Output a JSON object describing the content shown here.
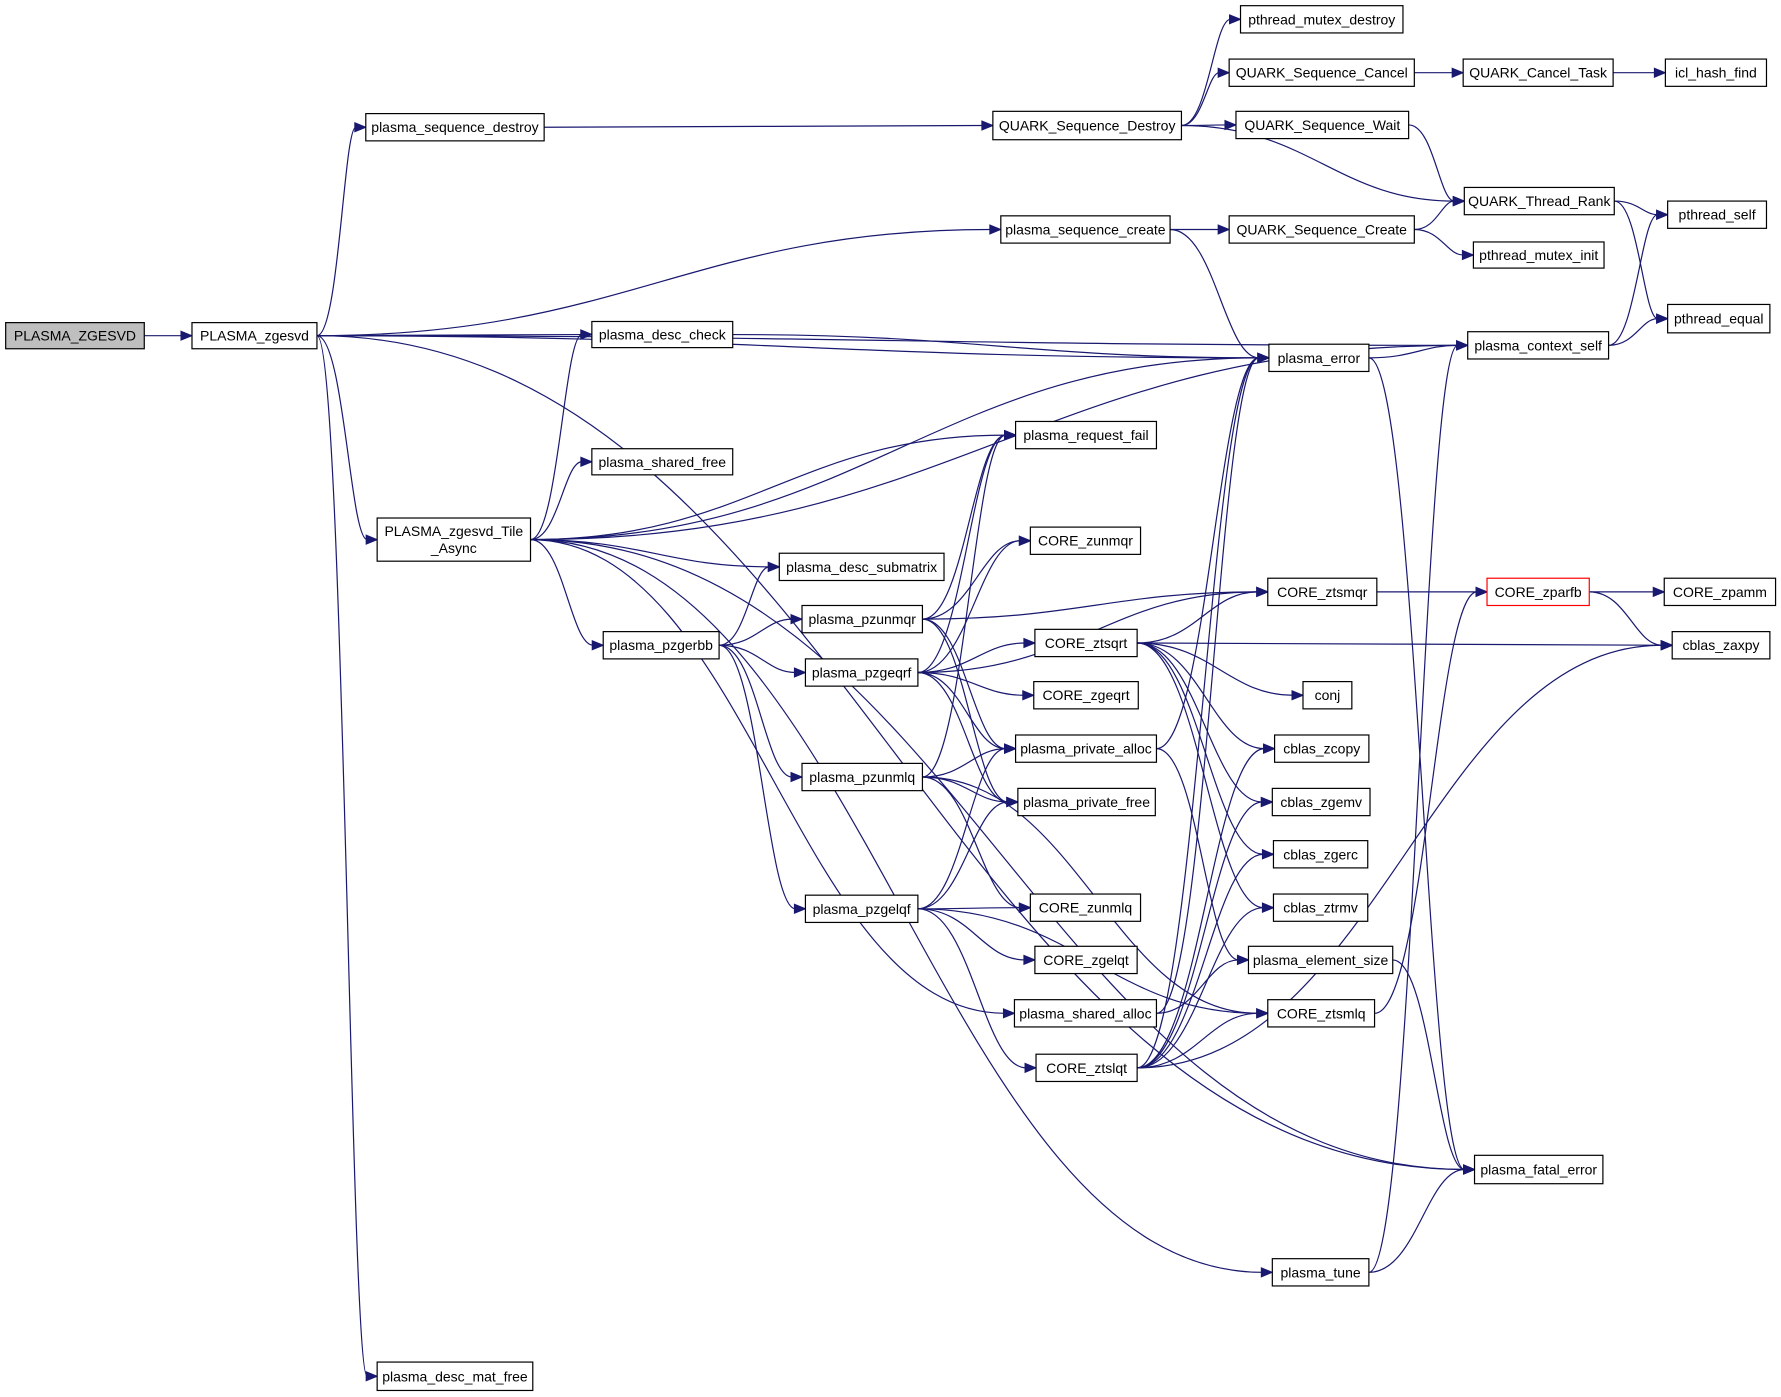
{
  "title": "PLASMA_ZGESVD call graph",
  "colors": {
    "edge": "#191970",
    "root_fill": "#bfbfbf",
    "highlight_border": "#ff0000"
  },
  "nodes": [
    {
      "id": "PLASMA_ZGESVD",
      "label": "PLASMA_ZGESVD",
      "style": "root"
    },
    {
      "id": "PLASMA_zgesvd",
      "label": "PLASMA_zgesvd"
    },
    {
      "id": "plasma_sequence_destroy",
      "label": "plasma_sequence_destroy"
    },
    {
      "id": "plasma_desc_check",
      "label": "plasma_desc_check"
    },
    {
      "id": "PLASMA_zgesvd_Tile_Async",
      "label": "PLASMA_zgesvd_Tile\n_Async"
    },
    {
      "id": "plasma_desc_mat_free",
      "label": "plasma_desc_mat_free"
    },
    {
      "id": "plasma_shared_free",
      "label": "plasma_shared_free"
    },
    {
      "id": "plasma_desc_submatrix",
      "label": "plasma_desc_submatrix"
    },
    {
      "id": "plasma_pzgerbb",
      "label": "plasma_pzgerbb"
    },
    {
      "id": "plasma_pzunmqr",
      "label": "plasma_pzunmqr"
    },
    {
      "id": "plasma_pzgeqrf",
      "label": "plasma_pzgeqrf"
    },
    {
      "id": "plasma_pzunmlq",
      "label": "plasma_pzunmlq"
    },
    {
      "id": "plasma_pzgelqf",
      "label": "plasma_pzgelqf"
    },
    {
      "id": "QUARK_Sequence_Destroy",
      "label": "QUARK_Sequence_Destroy"
    },
    {
      "id": "plasma_sequence_create",
      "label": "plasma_sequence_create"
    },
    {
      "id": "plasma_request_fail",
      "label": "plasma_request_fail"
    },
    {
      "id": "CORE_zunmqr",
      "label": "CORE_zunmqr"
    },
    {
      "id": "CORE_ztsqrt",
      "label": "CORE_ztsqrt"
    },
    {
      "id": "CORE_zgeqrt",
      "label": "CORE_zgeqrt"
    },
    {
      "id": "plasma_private_alloc",
      "label": "plasma_private_alloc"
    },
    {
      "id": "plasma_private_free",
      "label": "plasma_private_free"
    },
    {
      "id": "CORE_zunmlq",
      "label": "CORE_zunmlq"
    },
    {
      "id": "CORE_zgelqt",
      "label": "CORE_zgelqt"
    },
    {
      "id": "plasma_shared_alloc",
      "label": "plasma_shared_alloc"
    },
    {
      "id": "CORE_ztslqt",
      "label": "CORE_ztslqt"
    },
    {
      "id": "plasma_error",
      "label": "plasma_error"
    },
    {
      "id": "pthread_mutex_destroy",
      "label": "pthread_mutex_destroy"
    },
    {
      "id": "QUARK_Sequence_Cancel",
      "label": "QUARK_Sequence_Cancel"
    },
    {
      "id": "QUARK_Sequence_Wait",
      "label": "QUARK_Sequence_Wait"
    },
    {
      "id": "QUARK_Sequence_Create",
      "label": "QUARK_Sequence_Create"
    },
    {
      "id": "pthread_mutex_init",
      "label": "pthread_mutex_init"
    },
    {
      "id": "CORE_ztsmqr",
      "label": "CORE_ztsmqr"
    },
    {
      "id": "conj",
      "label": "conj"
    },
    {
      "id": "cblas_zcopy",
      "label": "cblas_zcopy"
    },
    {
      "id": "cblas_zgemv",
      "label": "cblas_zgemv"
    },
    {
      "id": "cblas_zgerc",
      "label": "cblas_zgerc"
    },
    {
      "id": "cblas_ztrmv",
      "label": "cblas_ztrmv"
    },
    {
      "id": "plasma_element_size",
      "label": "plasma_element_size"
    },
    {
      "id": "CORE_ztsmlq",
      "label": "CORE_ztsmlq"
    },
    {
      "id": "plasma_tune",
      "label": "plasma_tune"
    },
    {
      "id": "QUARK_Cancel_Task",
      "label": "QUARK_Cancel_Task"
    },
    {
      "id": "QUARK_Thread_Rank",
      "label": "QUARK_Thread_Rank"
    },
    {
      "id": "plasma_context_self",
      "label": "plasma_context_self"
    },
    {
      "id": "CORE_zparfb",
      "label": "CORE_zparfb",
      "style": "highlight"
    },
    {
      "id": "plasma_fatal_error",
      "label": "plasma_fatal_error"
    },
    {
      "id": "icl_hash_find",
      "label": "icl_hash_find"
    },
    {
      "id": "pthread_self",
      "label": "pthread_self"
    },
    {
      "id": "pthread_equal",
      "label": "pthread_equal"
    },
    {
      "id": "CORE_zpamm",
      "label": "CORE_zpamm"
    },
    {
      "id": "cblas_zaxpy",
      "label": "cblas_zaxpy"
    }
  ],
  "edges": [
    [
      "PLASMA_ZGESVD",
      "PLASMA_zgesvd"
    ],
    [
      "PLASMA_zgesvd",
      "plasma_sequence_destroy"
    ],
    [
      "PLASMA_zgesvd",
      "plasma_context_self"
    ],
    [
      "PLASMA_zgesvd",
      "plasma_sequence_create"
    ],
    [
      "PLASMA_zgesvd",
      "plasma_error"
    ],
    [
      "PLASMA_zgesvd",
      "plasma_desc_check"
    ],
    [
      "PLASMA_zgesvd",
      "PLASMA_zgesvd_Tile_Async"
    ],
    [
      "PLASMA_zgesvd",
      "plasma_fatal_error"
    ],
    [
      "PLASMA_zgesvd",
      "plasma_desc_mat_free"
    ],
    [
      "plasma_sequence_destroy",
      "QUARK_Sequence_Destroy"
    ],
    [
      "plasma_desc_check",
      "plasma_error"
    ],
    [
      "PLASMA_zgesvd_Tile_Async",
      "plasma_desc_check"
    ],
    [
      "PLASMA_zgesvd_Tile_Async",
      "plasma_error"
    ],
    [
      "PLASMA_zgesvd_Tile_Async",
      "plasma_shared_free"
    ],
    [
      "PLASMA_zgesvd_Tile_Async",
      "plasma_request_fail"
    ],
    [
      "PLASMA_zgesvd_Tile_Async",
      "plasma_desc_submatrix"
    ],
    [
      "PLASMA_zgesvd_Tile_Async",
      "plasma_pzgerbb"
    ],
    [
      "PLASMA_zgesvd_Tile_Async",
      "plasma_shared_alloc"
    ],
    [
      "PLASMA_zgesvd_Tile_Async",
      "plasma_fatal_error"
    ],
    [
      "PLASMA_zgesvd_Tile_Async",
      "plasma_context_self"
    ],
    [
      "PLASMA_zgesvd_Tile_Async",
      "plasma_tune"
    ],
    [
      "plasma_pzgerbb",
      "plasma_desc_submatrix"
    ],
    [
      "plasma_pzgerbb",
      "plasma_pzunmqr"
    ],
    [
      "plasma_pzgerbb",
      "plasma_pzgeqrf"
    ],
    [
      "plasma_pzgerbb",
      "plasma_pzunmlq"
    ],
    [
      "plasma_pzgerbb",
      "plasma_pzgelqf"
    ],
    [
      "plasma_pzunmqr",
      "plasma_request_fail"
    ],
    [
      "plasma_pzunmqr",
      "CORE_zunmqr"
    ],
    [
      "plasma_pzunmqr",
      "plasma_private_alloc"
    ],
    [
      "plasma_pzunmqr",
      "plasma_private_free"
    ],
    [
      "plasma_pzunmqr",
      "CORE_ztsmqr"
    ],
    [
      "plasma_pzgeqrf",
      "plasma_request_fail"
    ],
    [
      "plasma_pzgeqrf",
      "CORE_zunmqr"
    ],
    [
      "plasma_pzgeqrf",
      "CORE_ztsmqr"
    ],
    [
      "plasma_pzgeqrf",
      "CORE_ztsqrt"
    ],
    [
      "plasma_pzgeqrf",
      "CORE_zgeqrt"
    ],
    [
      "plasma_pzgeqrf",
      "plasma_private_alloc"
    ],
    [
      "plasma_pzgeqrf",
      "plasma_private_free"
    ],
    [
      "plasma_pzunmlq",
      "plasma_request_fail"
    ],
    [
      "plasma_pzunmlq",
      "plasma_private_alloc"
    ],
    [
      "plasma_pzunmlq",
      "plasma_private_free"
    ],
    [
      "plasma_pzunmlq",
      "CORE_zunmlq"
    ],
    [
      "plasma_pzunmlq",
      "CORE_ztsmlq"
    ],
    [
      "plasma_pzgelqf",
      "plasma_private_alloc"
    ],
    [
      "plasma_pzgelqf",
      "plasma_private_free"
    ],
    [
      "plasma_pzgelqf",
      "CORE_zunmlq"
    ],
    [
      "plasma_pzgelqf",
      "CORE_zgelqt"
    ],
    [
      "plasma_pzgelqf",
      "CORE_ztslqt"
    ],
    [
      "plasma_pzgelqf",
      "CORE_ztsmlq"
    ],
    [
      "QUARK_Sequence_Destroy",
      "pthread_mutex_destroy"
    ],
    [
      "QUARK_Sequence_Destroy",
      "QUARK_Sequence_Cancel"
    ],
    [
      "QUARK_Sequence_Destroy",
      "QUARK_Sequence_Wait"
    ],
    [
      "QUARK_Sequence_Destroy",
      "QUARK_Thread_Rank"
    ],
    [
      "plasma_sequence_create",
      "QUARK_Sequence_Create"
    ],
    [
      "plasma_sequence_create",
      "plasma_error"
    ],
    [
      "QUARK_Sequence_Cancel",
      "QUARK_Cancel_Task"
    ],
    [
      "QUARK_Cancel_Task",
      "icl_hash_find"
    ],
    [
      "QUARK_Sequence_Wait",
      "QUARK_Thread_Rank"
    ],
    [
      "QUARK_Sequence_Create",
      "QUARK_Thread_Rank"
    ],
    [
      "QUARK_Sequence_Create",
      "pthread_mutex_init"
    ],
    [
      "QUARK_Thread_Rank",
      "pthread_self"
    ],
    [
      "QUARK_Thread_Rank",
      "pthread_equal"
    ],
    [
      "plasma_context_self",
      "pthread_self"
    ],
    [
      "plasma_context_self",
      "pthread_equal"
    ],
    [
      "plasma_error",
      "plasma_context_self"
    ],
    [
      "plasma_error",
      "plasma_fatal_error"
    ],
    [
      "plasma_private_alloc",
      "plasma_error"
    ],
    [
      "plasma_private_alloc",
      "plasma_element_size"
    ],
    [
      "plasma_shared_alloc",
      "plasma_error"
    ],
    [
      "plasma_shared_alloc",
      "plasma_element_size"
    ],
    [
      "CORE_ztsqrt",
      "CORE_ztsmqr"
    ],
    [
      "CORE_ztsqrt",
      "cblas_zaxpy"
    ],
    [
      "CORE_ztsqrt",
      "conj"
    ],
    [
      "CORE_ztsqrt",
      "cblas_zcopy"
    ],
    [
      "CORE_ztsqrt",
      "cblas_zgemv"
    ],
    [
      "CORE_ztsqrt",
      "cblas_zgerc"
    ],
    [
      "CORE_ztsqrt",
      "cblas_ztrmv"
    ],
    [
      "CORE_ztslqt",
      "CORE_ztsmlq"
    ],
    [
      "CORE_ztslqt",
      "cblas_zaxpy"
    ],
    [
      "CORE_ztslqt",
      "cblas_zcopy"
    ],
    [
      "CORE_ztslqt",
      "cblas_zgemv"
    ],
    [
      "CORE_ztslqt",
      "cblas_zgerc"
    ],
    [
      "CORE_ztslqt",
      "cblas_ztrmv"
    ],
    [
      "CORE_ztslqt",
      "plasma_error"
    ],
    [
      "CORE_ztsmqr",
      "CORE_zparfb"
    ],
    [
      "CORE_ztsmlq",
      "CORE_zparfb"
    ],
    [
      "CORE_zparfb",
      "CORE_zpamm"
    ],
    [
      "CORE_zparfb",
      "cblas_zaxpy"
    ],
    [
      "plasma_element_size",
      "plasma_fatal_error"
    ],
    [
      "plasma_tune",
      "plasma_fatal_error"
    ],
    [
      "plasma_tune",
      "plasma_context_self"
    ]
  ]
}
